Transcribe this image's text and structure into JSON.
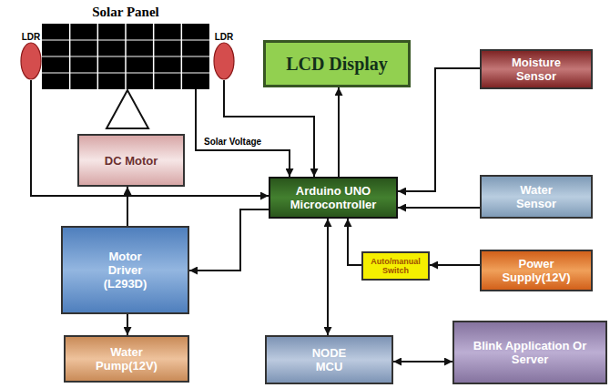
{
  "diagram": {
    "nodes": [
      {
        "text": [
          "Solar Panel"
        ]
      },
      {
        "text": [
          "LDR"
        ]
      },
      {
        "text": [
          "LDR"
        ]
      },
      {
        "text": [
          "LCD Display"
        ]
      },
      {
        "text": [
          "Moisture Sensor"
        ]
      },
      {
        "text": [
          "DC Motor"
        ]
      },
      {
        "text": [
          "Arduino UNO Microcontroller"
        ]
      },
      {
        "text": [
          "Water Sensor"
        ]
      },
      {
        "text": [
          "Motor Driver (L293D)"
        ]
      },
      {
        "text": [
          "Auto/manual Switch"
        ]
      },
      {
        "text": [
          "Power Supply(12V)"
        ]
      },
      {
        "text": [
          "Water Pump(12V)"
        ]
      },
      {
        "text": [
          "NODE MCU"
        ]
      },
      {
        "text": [
          "Blink Application Or Server"
        ]
      }
    ],
    "edges": [
      {
        "from": 1,
        "to": 6,
        "arrow": "to"
      },
      {
        "from": 2,
        "to": 6,
        "arrow": "to"
      },
      {
        "from": 0,
        "to": 6,
        "label": "Solar Voltage",
        "arrow": "to"
      },
      {
        "from": 6,
        "to": 3,
        "arrow": "to"
      },
      {
        "from": 4,
        "to": 6,
        "arrow": "to"
      },
      {
        "from": 7,
        "to": 6,
        "arrow": "to"
      },
      {
        "from": 6,
        "to": 8,
        "arrow": "to"
      },
      {
        "from": 8,
        "to": 5,
        "arrow": "to"
      },
      {
        "from": 8,
        "to": 11,
        "arrow": "to"
      },
      {
        "from": 6,
        "to": 12,
        "arrow": "both"
      },
      {
        "from": 9,
        "to": 6,
        "arrow": "to"
      },
      {
        "from": 10,
        "to": 9,
        "arrow": "to"
      },
      {
        "from": 12,
        "to": 13,
        "arrow": "both"
      }
    ]
  }
}
